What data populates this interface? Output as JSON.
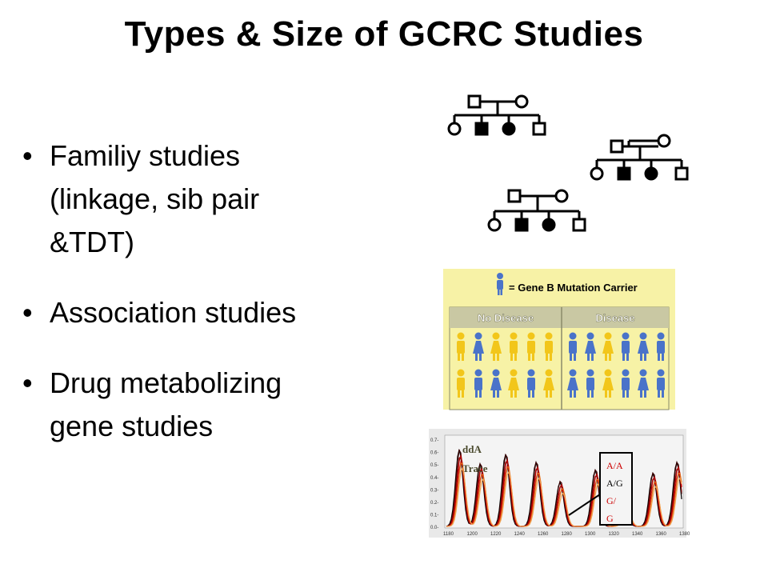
{
  "slide": {
    "title": "Types & Size of GCRC Studies",
    "bullets": [
      {
        "line1": "Familiy studies",
        "line2": "(linkage, sib pair",
        "line3": "&TDT)"
      },
      {
        "line1": "Association studies"
      },
      {
        "line1": "Drug metabolizing",
        "line2": "gene studies"
      }
    ]
  },
  "association_panel": {
    "legend_text": "= Gene B Mutation Carrier",
    "col_no_disease": "No Disease",
    "col_disease": "Disease",
    "colors": {
      "carrier": "#4a73c9",
      "noncarrier": "#f2c61a",
      "header_bg": "#c9c8a3",
      "bg": "#f7f2a6"
    }
  },
  "trace_panel": {
    "label_ddA": "ddA",
    "label_trace": "Trace",
    "genotypes": [
      "A/A",
      "A/G",
      "G/",
      "G"
    ],
    "y_ticks": [
      "0.7-",
      "0.6-",
      "0.5-",
      "0.4-",
      "0.3-",
      "0.2-",
      "0.1-",
      "0.0-"
    ],
    "x_ticks": [
      "1180",
      "1200",
      "1220",
      "1240",
      "1260",
      "1280",
      "1300",
      "1320",
      "1340",
      "1360",
      "1380"
    ]
  }
}
